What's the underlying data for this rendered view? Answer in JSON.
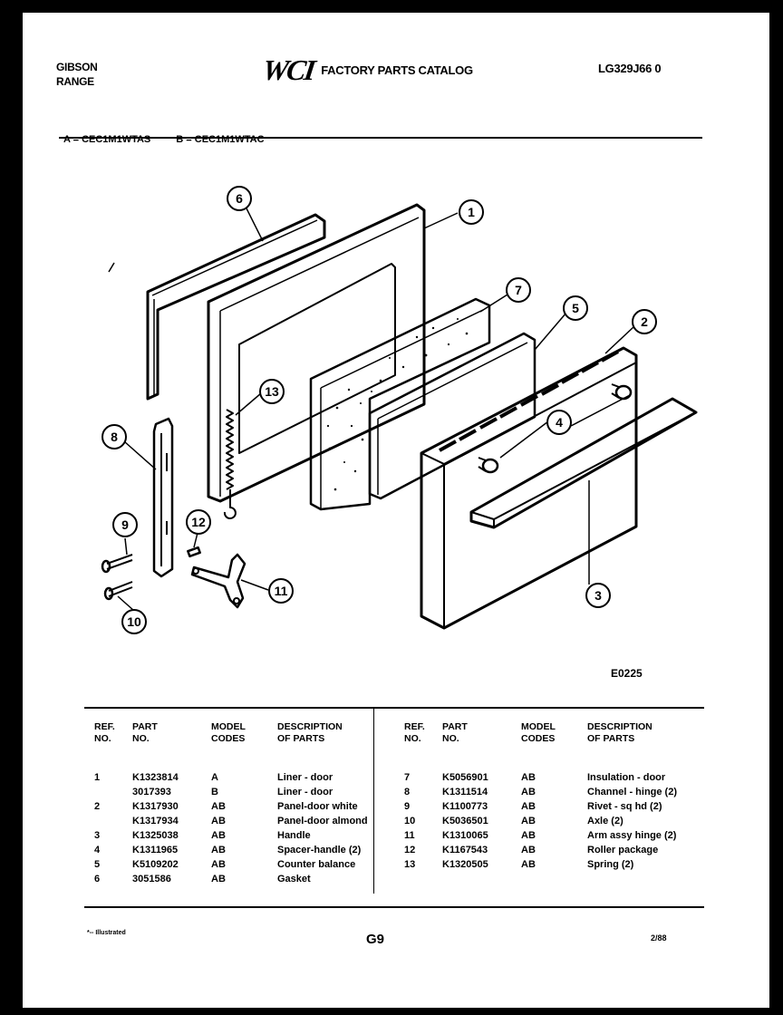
{
  "header": {
    "brand_line1": "GIBSON",
    "brand_line2": "RANGE",
    "logo": "WCI",
    "catalog_title": "FACTORY PARTS CATALOG",
    "catalog_code": "LG329J66 0"
  },
  "models": {
    "a": "A = CEC1M1WTAS",
    "b": "B = CEC1M1WTAC"
  },
  "callouts": [
    "1",
    "2",
    "3",
    "4",
    "5",
    "6",
    "7",
    "8",
    "9",
    "10",
    "11",
    "12",
    "13"
  ],
  "figure_code": "E0225",
  "table": {
    "headers": {
      "ref_1": "REF.",
      "ref_2": "NO.",
      "part_1": "PART",
      "part_2": "NO.",
      "model_1": "MODEL",
      "model_2": "CODES",
      "desc_1": "DESCRIPTION",
      "desc_2": "OF PARTS"
    },
    "left": [
      {
        "ref": "1",
        "part": "K1323814",
        "codes": "A",
        "desc": "Liner - door"
      },
      {
        "ref": "",
        "part": "3017393",
        "codes": "B",
        "desc": "Liner - door"
      },
      {
        "ref": "2",
        "part": "K1317930",
        "codes": "AB",
        "desc": "Panel-door white"
      },
      {
        "ref": "",
        "part": "K1317934",
        "codes": "AB",
        "desc": "Panel-door almond"
      },
      {
        "ref": "3",
        "part": "K1325038",
        "codes": "AB",
        "desc": "Handle"
      },
      {
        "ref": "4",
        "part": "K1311965",
        "codes": "AB",
        "desc": "Spacer-handle (2)"
      },
      {
        "ref": "5",
        "part": "K5109202",
        "codes": "AB",
        "desc": "Counter balance"
      },
      {
        "ref": "6",
        "part": "3051586",
        "codes": "AB",
        "desc": "Gasket"
      }
    ],
    "right": [
      {
        "ref": "7",
        "part": "K5056901",
        "codes": "AB",
        "desc": "Insulation - door"
      },
      {
        "ref": "8",
        "part": "K1311514",
        "codes": "AB",
        "desc": "Channel - hinge (2)"
      },
      {
        "ref": "9",
        "part": "K1100773",
        "codes": "AB",
        "desc": "Rivet - sq hd (2)"
      },
      {
        "ref": "10",
        "part": "K5036501",
        "codes": "AB",
        "desc": "Axle (2)"
      },
      {
        "ref": "11",
        "part": "K1310065",
        "codes": "AB",
        "desc": "Arm assy hinge (2)"
      },
      {
        "ref": "12",
        "part": "K1167543",
        "codes": "AB",
        "desc": "Roller package"
      },
      {
        "ref": "13",
        "part": "K1320505",
        "codes": "AB",
        "desc": "Spring (2)"
      }
    ]
  },
  "footer": {
    "left": "*-- Illustrated",
    "center": "G9",
    "right": "2/88"
  }
}
